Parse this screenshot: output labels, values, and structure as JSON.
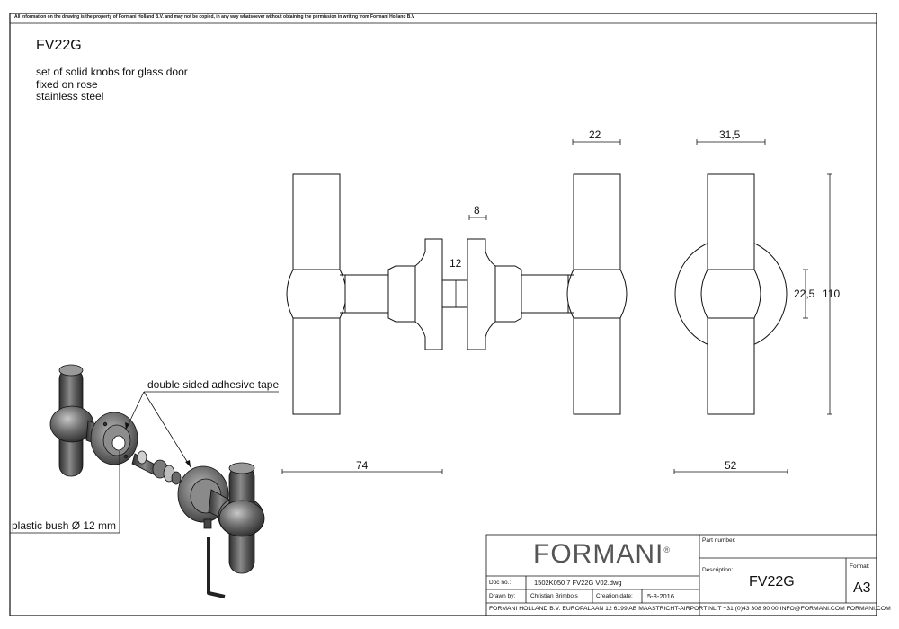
{
  "disclaimer": "All information on the drawing is the property of Formani Holland B.V. and may not be copied, in any way whatsoever without obtaining the permission in writing from Formani Holland B.V",
  "product": {
    "code": "FV22G",
    "description_lines": [
      "set of solid knobs for glass door",
      "fixed on rose",
      "stainless steel"
    ]
  },
  "dimensions": {
    "d22": "22",
    "d31_5": "31,5",
    "d8": "8",
    "d12": "12",
    "d22_5": "22,5",
    "d110": "110",
    "d74": "74",
    "d52": "52"
  },
  "callouts": {
    "tape": "double sided adhesive tape",
    "bush": "plastic bush Ø 12 mm"
  },
  "title_block": {
    "logo": "FORMANI",
    "logo_mark": "®",
    "doc_no_label": "Doc no.:",
    "doc_no": "1502K050 7 FV22G V02.dwg",
    "drawn_by_label": "Drawn by:",
    "drawn_by": "Christian Brimbols",
    "creation_label": "Creation date:",
    "creation_date": "5-8-2016",
    "part_number_label": "Part number:",
    "description_label": "Description:",
    "description": "FV22G",
    "format_label": "Format:",
    "format": "A3",
    "footer": "FORMANI HOLLAND B.V.  EUROPALAAN 12  6199 AB MAASTRICHT-AIRPORT NL  T +31 (0)43 308 90 00 INFO@FORMANI.COM FORMANI.COM"
  },
  "colors": {
    "line": "#111111",
    "knob_dark": "#3a3a3a",
    "knob_mid": "#7a7a7a",
    "knob_light": "#b8b8b8"
  }
}
